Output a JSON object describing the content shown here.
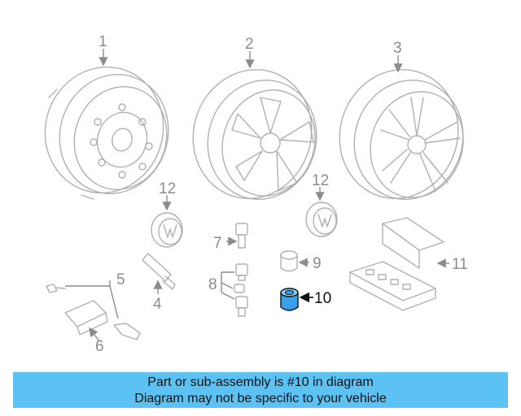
{
  "diagram": {
    "callouts": [
      "1",
      "2",
      "3",
      "4",
      "5",
      "6",
      "7",
      "8",
      "9",
      "10",
      "11",
      "12",
      "12"
    ],
    "highlight_color": "#3aa0e8"
  },
  "banner": {
    "line1": "Part or sub-assembly is #10 in diagram",
    "line2": "Diagram may not be specific to your vehicle",
    "background": "#5bc2f3"
  }
}
